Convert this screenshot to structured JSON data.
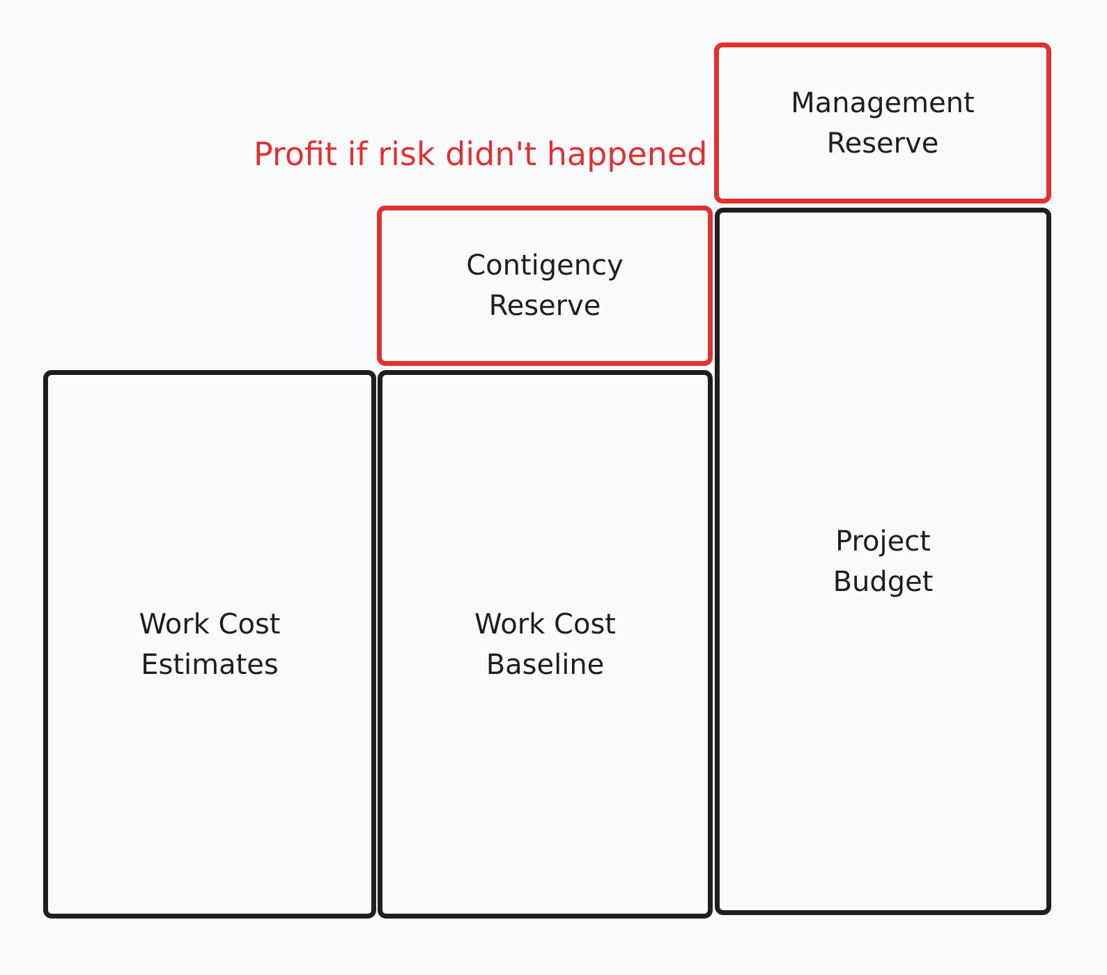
{
  "colors": {
    "background": "#f9fafc",
    "stroke": "#1e1e1e",
    "accent": "#e03131"
  },
  "annotation": {
    "text": "Profit if risk didn't happened"
  },
  "boxes": {
    "work_cost_estimates": {
      "label": "Work Cost\nEstimates"
    },
    "work_cost_baseline": {
      "label": "Work Cost\nBaseline"
    },
    "contingency_reserve": {
      "label": "Contigency\nReserve"
    },
    "project_budget": {
      "label": "Project\nBudget"
    },
    "management_reserve": {
      "label": "Management\nReserve"
    }
  }
}
